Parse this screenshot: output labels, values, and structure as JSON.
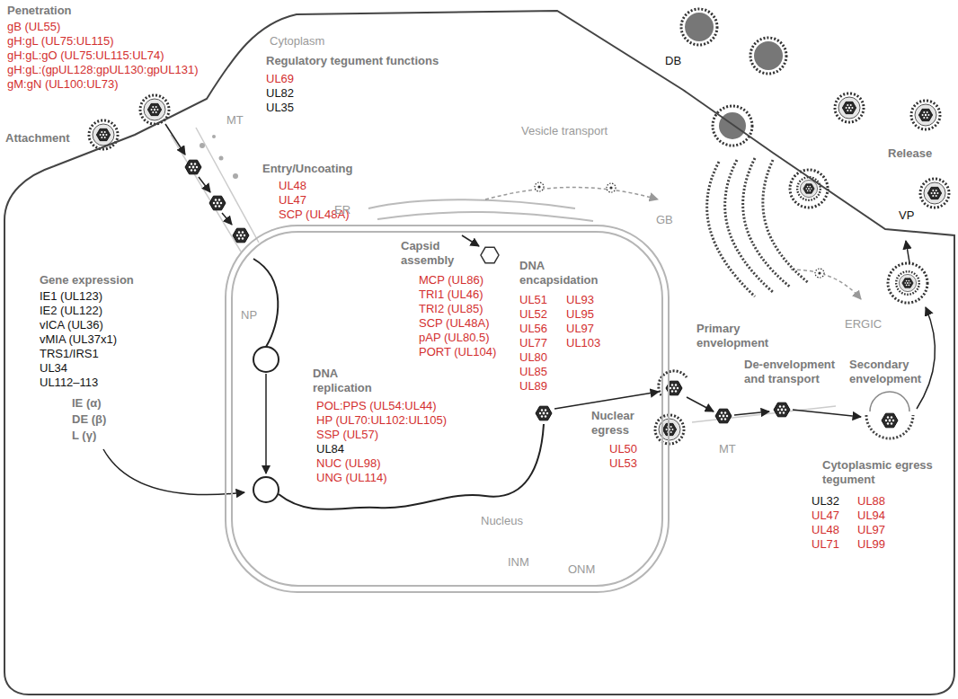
{
  "diagram": {
    "nodes": [
      {
        "text": [
          "Cytoplasm"
        ]
      },
      {
        "text": [
          "Nucleus"
        ],
        "in": 0
      }
    ],
    "labels": [
      "Penetration",
      "gB (UL55)",
      "gH:gL (UL75:UL115)",
      "gH:gL:gO (UL75:UL115:UL74)",
      "gH:gL:(gpUL128:gpUL130:gpUL131)",
      "gM:gN (UL100:UL73)",
      "Attachment",
      "Regulatory tegument functions",
      "UL69",
      "UL82",
      "UL35",
      "MT",
      "DB",
      "Release",
      "VP",
      "Entry/Uncoating",
      "UL48",
      "UL47",
      "SCP (UL48A)",
      "Vesicle transport",
      "ER",
      "GB",
      "Gene expression",
      "IE1 (UL123)",
      "IE2 (UL122)",
      "vICA (UL36)",
      "vMIA (UL37x1)",
      "TRS1/IRS1",
      "UL34",
      "UL112–113",
      "Capsid assembly",
      "MCP (UL86)",
      "TRI1 (UL46)",
      "TRI2 (UL85)",
      "SCP (UL48A)",
      "pAP (UL80.5)",
      "PORT (UL104)",
      "DNA encapsidation",
      "UL51",
      "UL52",
      "UL56",
      "UL77",
      "UL80",
      "UL85",
      "UL89",
      "UL93",
      "UL95",
      "UL97",
      "UL103",
      "ERGIC",
      "Primary envelopment",
      "De-envelopment and transport",
      "Secondary envelopment",
      "NP",
      "IE (α)",
      "DE (β)",
      "L (γ)",
      "DNA replication",
      "POL:PPS (UL54:UL44)",
      "HP (UL70:UL102:UL105)",
      "SSP (UL57)",
      "UL84",
      "NUC (UL98)",
      "UNG (UL114)",
      "Nuclear egress",
      "UL50",
      "UL53",
      "MT",
      "Cytoplasmic egress tegument",
      "UL32",
      "UL88",
      "UL47",
      "UL94",
      "UL48",
      "UL97",
      "UL71",
      "UL99",
      "INM",
      "ONM"
    ]
  }
}
